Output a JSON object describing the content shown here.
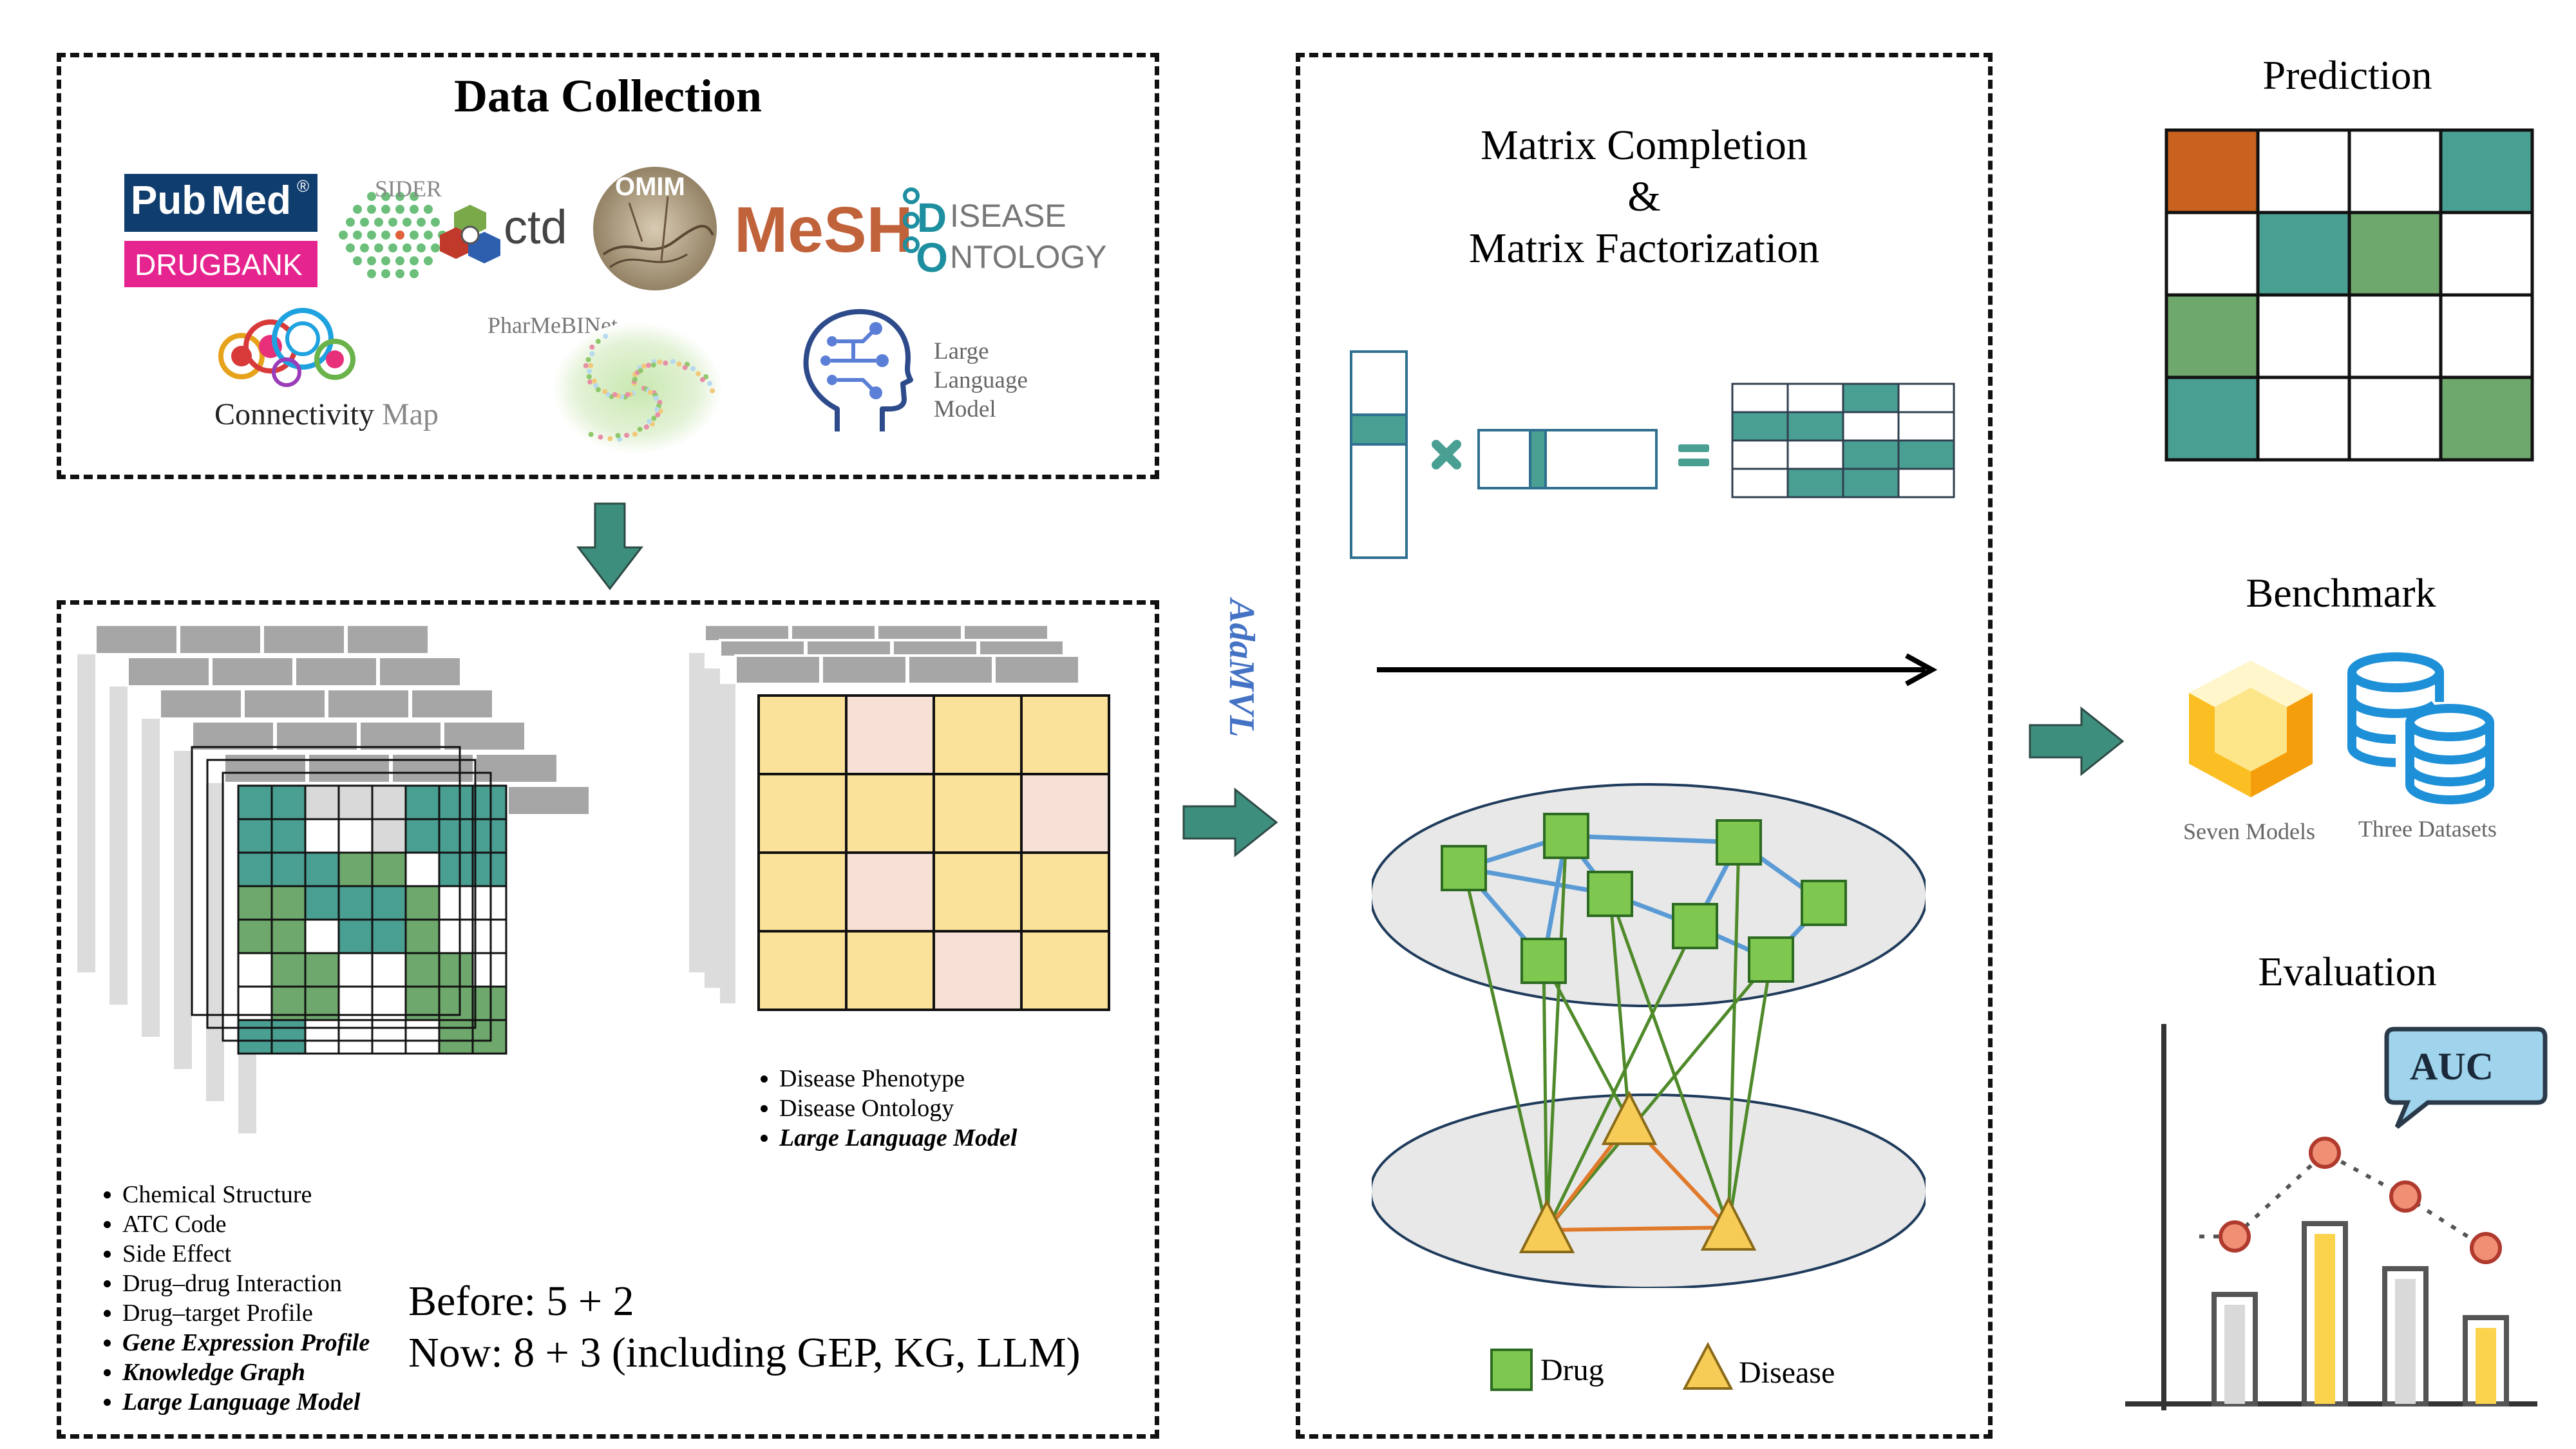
{
  "data_collection": {
    "title": "Data Collection",
    "logos": {
      "pubmed_a": "Pub",
      "pubmed_b": "Med",
      "pubmed_reg": "®",
      "drugbank": "DRUGBANK",
      "sider": "SIDER",
      "ctd": "ctd",
      "omim": "OMIM",
      "mesh": "MeSH",
      "do_line1": "ISEASE",
      "do_line2": "NTOLOGY",
      "cmap_a": "Connectivity",
      "cmap_b": "Map",
      "pharmebinet": "PharMeBINet",
      "llm_line1": "Large",
      "llm_line2": "Language",
      "llm_line3": "Model"
    }
  },
  "drug_features": [
    {
      "text": "Chemical Structure",
      "emphasis": false
    },
    {
      "text": "ATC Code",
      "emphasis": false
    },
    {
      "text": "Side Effect",
      "emphasis": false
    },
    {
      "text": "Drug–drug Interaction",
      "emphasis": false
    },
    {
      "text": "Drug–target Profile",
      "emphasis": false
    },
    {
      "text": "Gene Expression Profile",
      "emphasis": true
    },
    {
      "text": "Knowledge Graph",
      "emphasis": true
    },
    {
      "text": "Large Language Model",
      "emphasis": true
    }
  ],
  "disease_features": [
    {
      "text": "Disease Phenotype",
      "emphasis": false
    },
    {
      "text": "Disease Ontology",
      "emphasis": false
    },
    {
      "text": "Large Language Model",
      "emphasis": true
    }
  ],
  "counts": {
    "before": "Before: 5 + 2",
    "now": "Now: 8 + 3 (including GEP, KG, LLM)"
  },
  "method_label": "AdaMVL",
  "methods": {
    "title_line1": "Matrix Completion",
    "title_line2": "&",
    "title_line3": "Matrix Factorization",
    "legend_drug": "Drug",
    "legend_disease": "Disease"
  },
  "outputs": {
    "prediction": "Prediction",
    "benchmark": "Benchmark",
    "seven_models": "Seven Models",
    "three_datasets": "Three Datasets",
    "evaluation": "Evaluation",
    "auc": "AUC"
  },
  "colors": {
    "teal": "#4a9f93",
    "green": "#6fa86c",
    "orange": "#c8621e",
    "yellow": "#fbe29a",
    "pink": "#f7e1d6",
    "gray": "#a6a6a6",
    "blue_edge": "#5b9bd5",
    "drug_node": "#7ec850",
    "disease_node": "#f7cc56"
  },
  "prediction_grid": [
    [
      "orange",
      "white",
      "white",
      "teal"
    ],
    [
      "white",
      "teal",
      "green",
      "white"
    ],
    [
      "green",
      "white",
      "white",
      "white"
    ],
    [
      "teal",
      "white",
      "white",
      "green"
    ]
  ],
  "icons": [
    "arrow-icon",
    "multiply-icon",
    "equals-icon",
    "cube-icon",
    "database-icon",
    "chart-icon",
    "speech-bubble-icon"
  ]
}
